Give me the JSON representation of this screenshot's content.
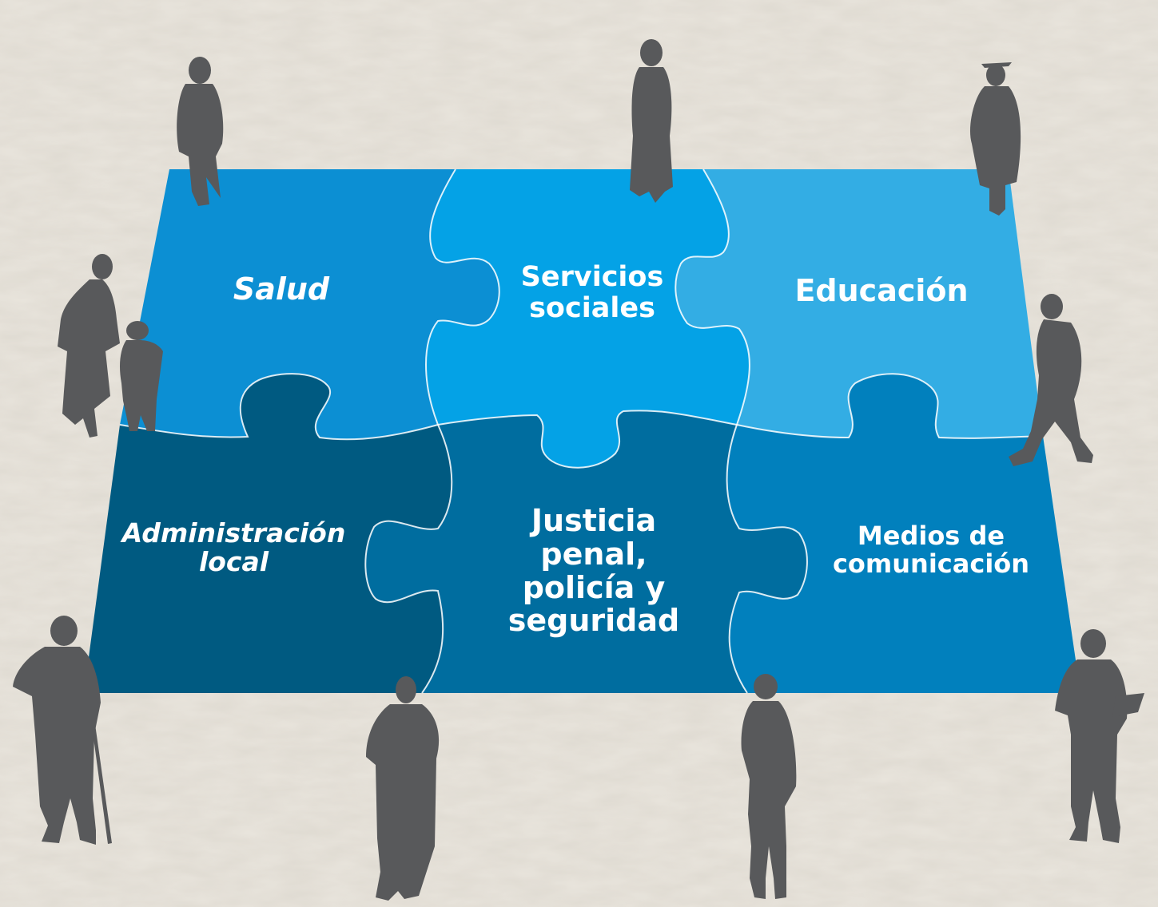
{
  "colors": {
    "background": "#e9e5dd",
    "piece_salud": "#0c8fd3",
    "piece_servicios": "#04a2e6",
    "piece_educacion": "#33ade4",
    "piece_administracion": "#005a81",
    "piece_justicia": "#006d9f",
    "piece_medios": "#0180bd",
    "silhouette": "#58595b"
  },
  "pieces": [
    {
      "id": "salud",
      "label": "Salud"
    },
    {
      "id": "servicios",
      "label": "Servicios\nsociales"
    },
    {
      "id": "educacion",
      "label": "Educación"
    },
    {
      "id": "administracion",
      "label": "Administración\nlocal"
    },
    {
      "id": "justicia",
      "label": "Justicia\npenal,\npolicía y\nseguridad"
    },
    {
      "id": "medios",
      "label": "Medios de\ncomunicación"
    }
  ],
  "figures": [
    {
      "id": "woman-walking",
      "icon": "person-silhouette-icon"
    },
    {
      "id": "robed-figure",
      "icon": "person-silhouette-icon"
    },
    {
      "id": "graduate",
      "icon": "graduate-silhouette-icon"
    },
    {
      "id": "mother-child",
      "icon": "mother-child-silhouette-icon"
    },
    {
      "id": "schoolgirl",
      "icon": "person-silhouette-icon"
    },
    {
      "id": "elder-cane",
      "icon": "elder-with-cane-silhouette-icon"
    },
    {
      "id": "woman-sari",
      "icon": "person-silhouette-icon"
    },
    {
      "id": "officer",
      "icon": "person-silhouette-icon"
    },
    {
      "id": "man-laptop",
      "icon": "man-with-laptop-silhouette-icon"
    }
  ]
}
